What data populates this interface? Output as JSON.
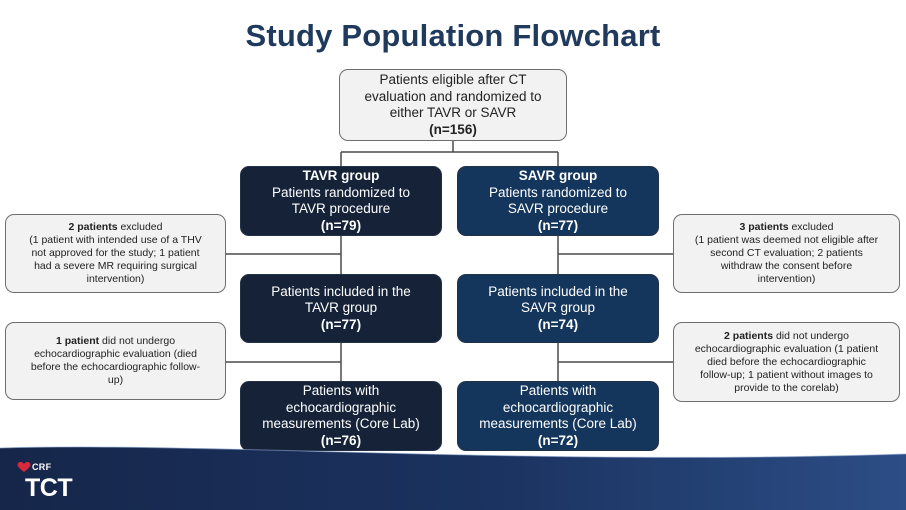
{
  "title": "Study Population Flowchart",
  "boxes": {
    "eligible": {
      "line1": "Patients eligible after CT",
      "line2": "evaluation and randomized to",
      "line3": "either TAVR or SAVR",
      "n": "(n=156)"
    },
    "tavr_group": {
      "heading": "TAVR group",
      "line1": "Patients randomized to",
      "line2": "TAVR procedure",
      "n": "(n=79)"
    },
    "savr_group": {
      "heading": "SAVR group",
      "line1": "Patients randomized to",
      "line2": "SAVR procedure",
      "n": "(n=77)"
    },
    "tavr_included": {
      "line1": "Patients included in the",
      "line2": "TAVR group",
      "n": "(n=77)"
    },
    "savr_included": {
      "line1": "Patients included in the",
      "line2": "SAVR group",
      "n": "(n=74)"
    },
    "tavr_echo": {
      "line1": "Patients with",
      "line2": "echocardiographic",
      "line3": "measurements (Core Lab)",
      "n": "(n=76)"
    },
    "savr_echo": {
      "line1": "Patients with",
      "line2": "echocardiographic",
      "line3": "measurements (Core Lab)",
      "n": "(n=72)"
    }
  },
  "exclusions": {
    "tavr_excluded": {
      "bold": "2 patients",
      "rest": " excluded",
      "line2": "(1 patient with intended use of a THV",
      "line3": "not approved for the study; 1 patient",
      "line4": "had a severe MR requiring surgical",
      "line5": "intervention)"
    },
    "savr_excluded": {
      "bold": "3 patients",
      "rest": " excluded",
      "line2": "(1 patient was deemed not eligible after",
      "line3": "second CT evaluation; 2 patients",
      "line4": "withdraw the consent before",
      "line5": "intervention)"
    },
    "tavr_no_echo": {
      "bold": "1 patient",
      "rest": " did not undergo",
      "line2": "echocardiographic evaluation (died",
      "line3": "before the echocardiographic follow-",
      "line4": "up)"
    },
    "savr_no_echo": {
      "bold": "2 patients",
      "rest": " did not undergo",
      "line2": "echocardiographic evaluation (1 patient",
      "line3": "died before the echocardiographic",
      "line4": "follow-up; 1 patient without images to",
      "line5": "provide to the corelab)"
    }
  },
  "logo": {
    "crf": "CRF",
    "tct": "TCT"
  },
  "colors": {
    "title": "#1f3a5c",
    "tavr_box": "#152238",
    "savr_box": "#14365c",
    "light_box": "#f2f2f2",
    "footer": "#16264a"
  }
}
